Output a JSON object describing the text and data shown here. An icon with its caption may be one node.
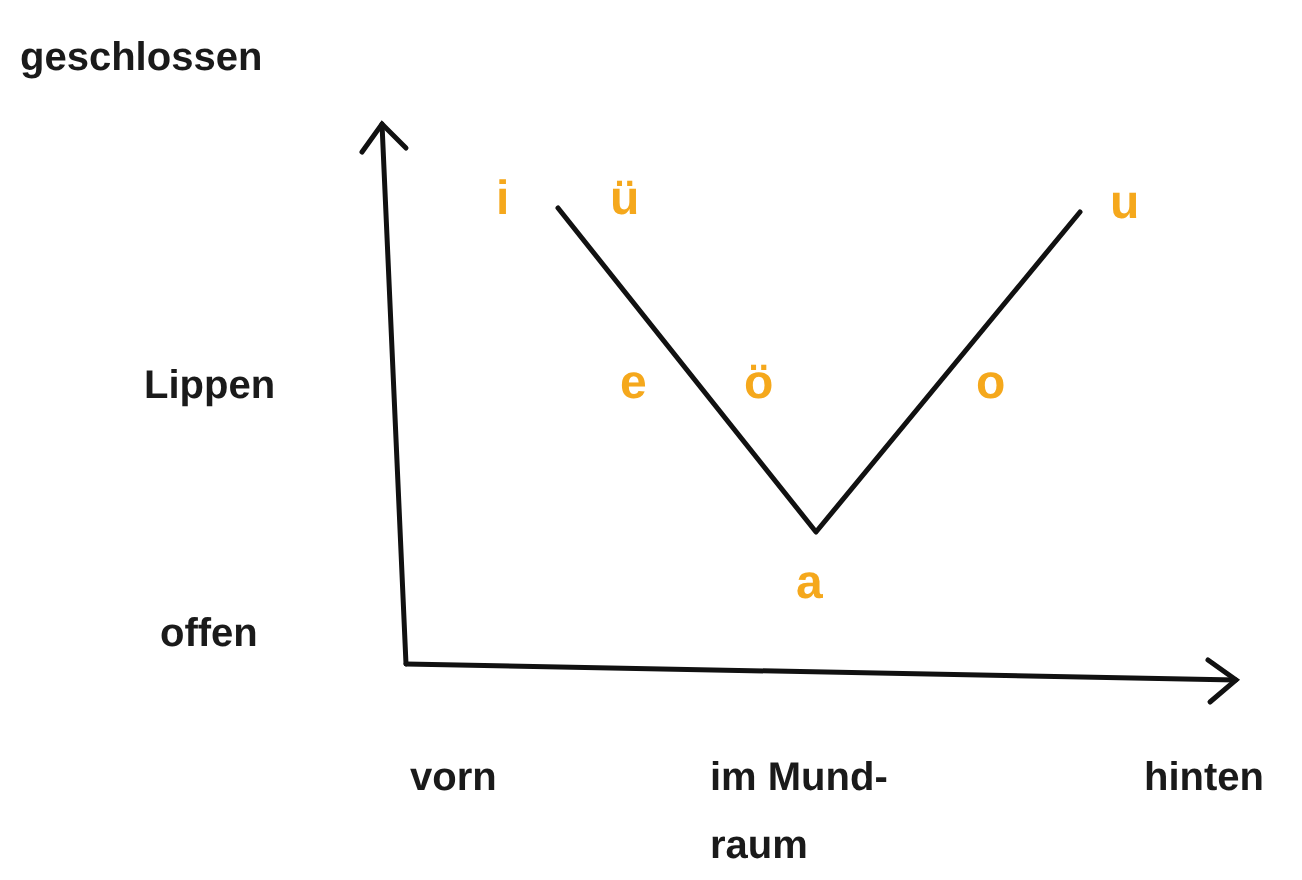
{
  "diagram": {
    "labels": [
      "geschlossen",
      "i",
      "ü",
      "u",
      "Lippen",
      "e",
      "ö",
      "o",
      "a",
      "offen",
      "vorn",
      "im Mund- raum",
      "hinten"
    ]
  }
}
